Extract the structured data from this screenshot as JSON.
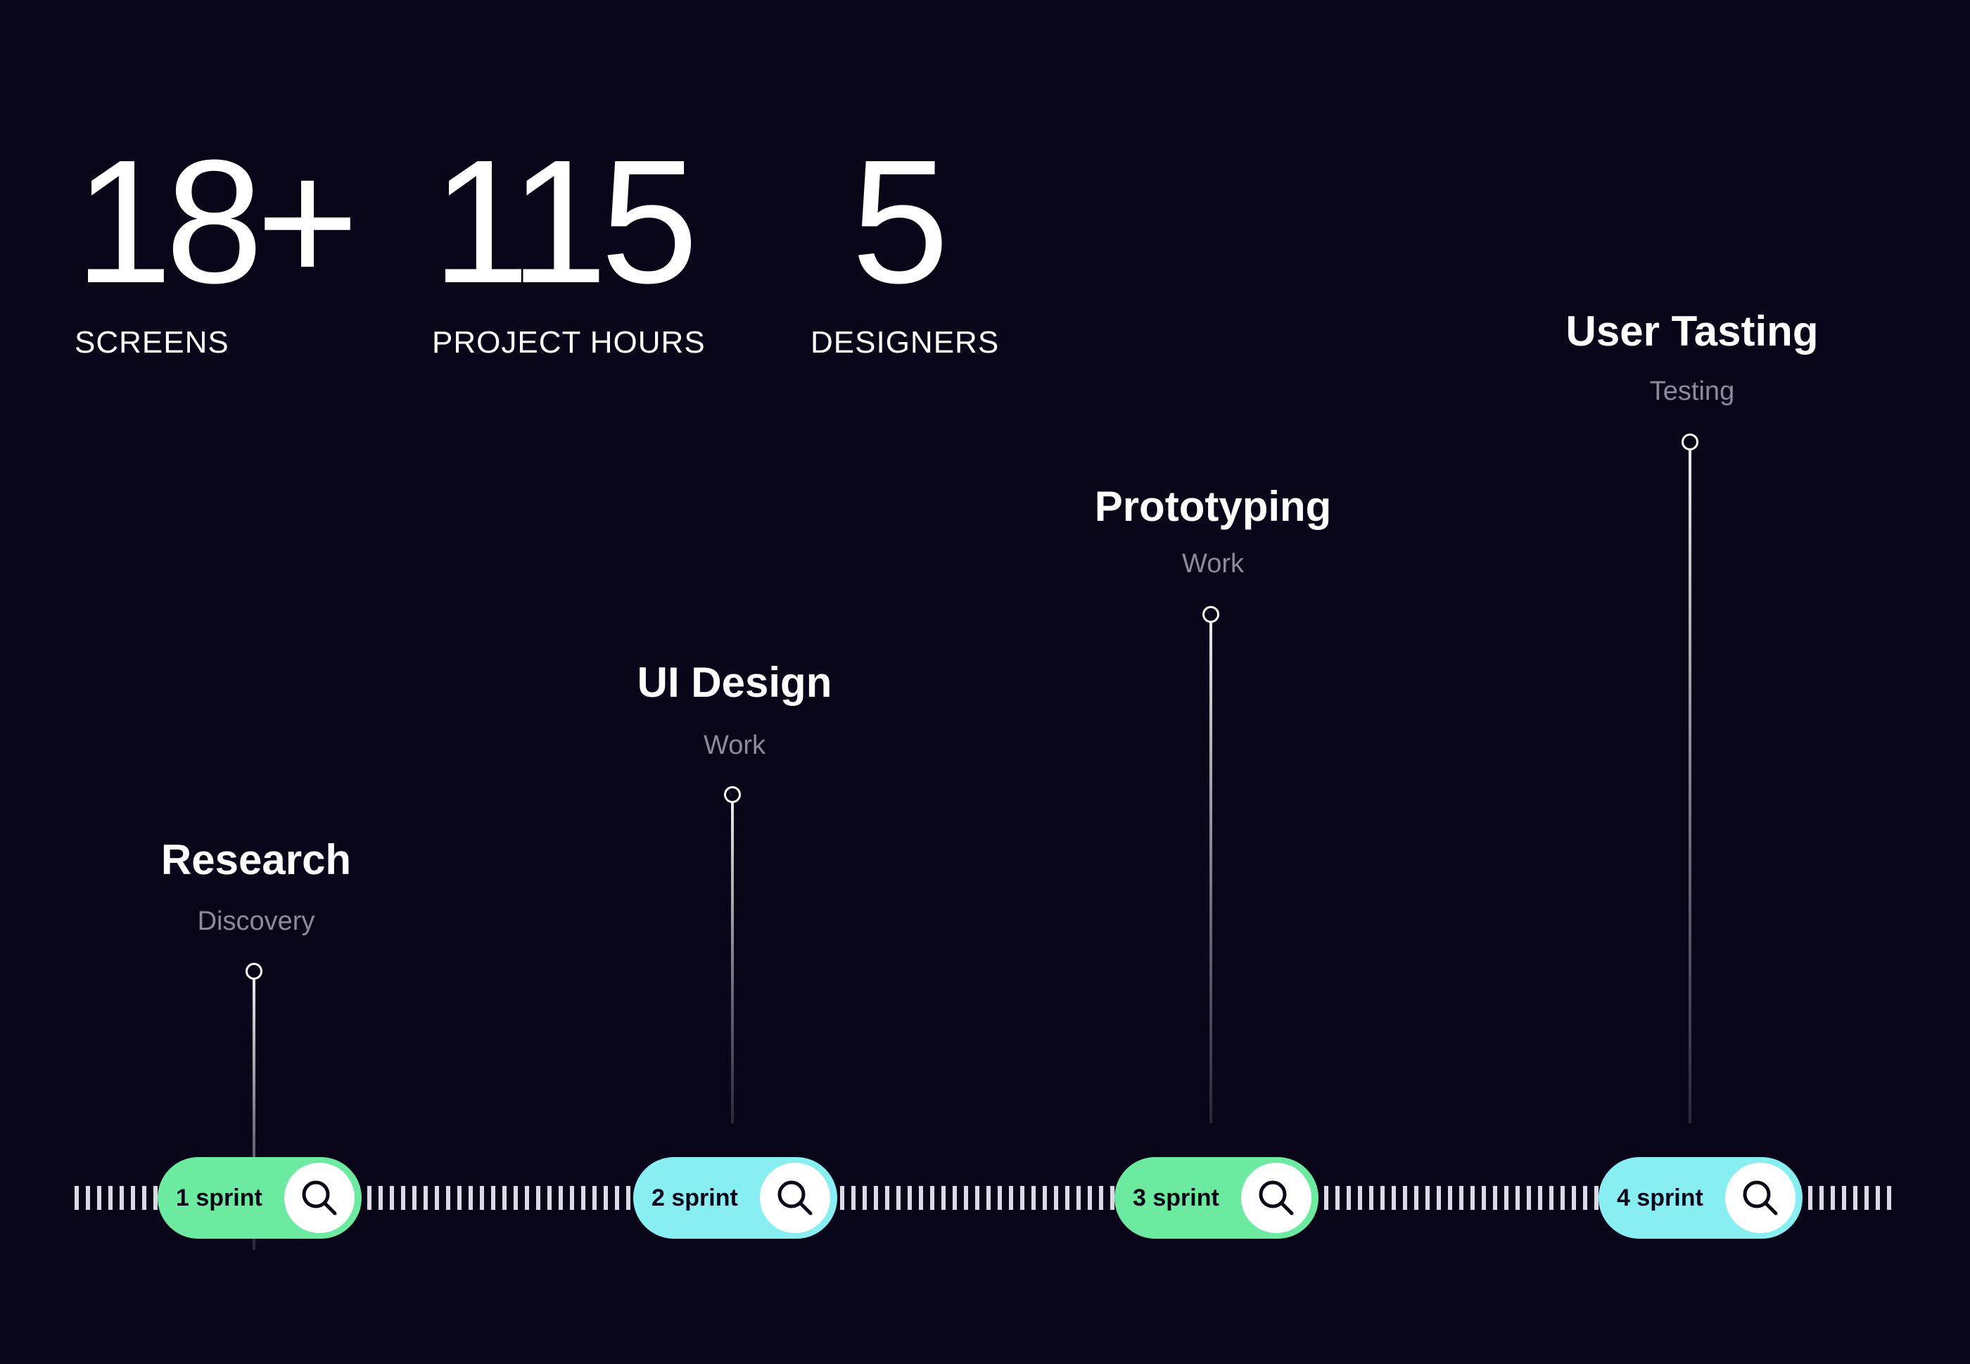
{
  "stats": [
    {
      "value": "18+",
      "label": "SCREENS"
    },
    {
      "value": "115",
      "label": "PROJECT HOURS"
    },
    {
      "value": "5",
      "label": "DESIGNERS"
    }
  ],
  "milestones": [
    {
      "title": "Research",
      "subtitle": "Discovery"
    },
    {
      "title": "UI Design",
      "subtitle": "Work"
    },
    {
      "title": "Prototyping",
      "subtitle": "Work"
    },
    {
      "title": "User Tasting",
      "subtitle": "Testing"
    }
  ],
  "sprints": [
    {
      "label": "1 sprint",
      "color": "#6ceaa0",
      "icon": "search-icon"
    },
    {
      "label": "2 sprint",
      "color": "#88eef2",
      "icon": "search-icon"
    },
    {
      "label": "3 sprint",
      "color": "#6ceaa0",
      "icon": "search-icon"
    },
    {
      "label": "4 sprint",
      "color": "#88eef2",
      "icon": "search-icon"
    }
  ],
  "colors": {
    "background": "#0a0619",
    "text": "#ffffff",
    "muted": "#8c8a9e",
    "green": "#6ceaa0",
    "cyan": "#88eef2"
  }
}
